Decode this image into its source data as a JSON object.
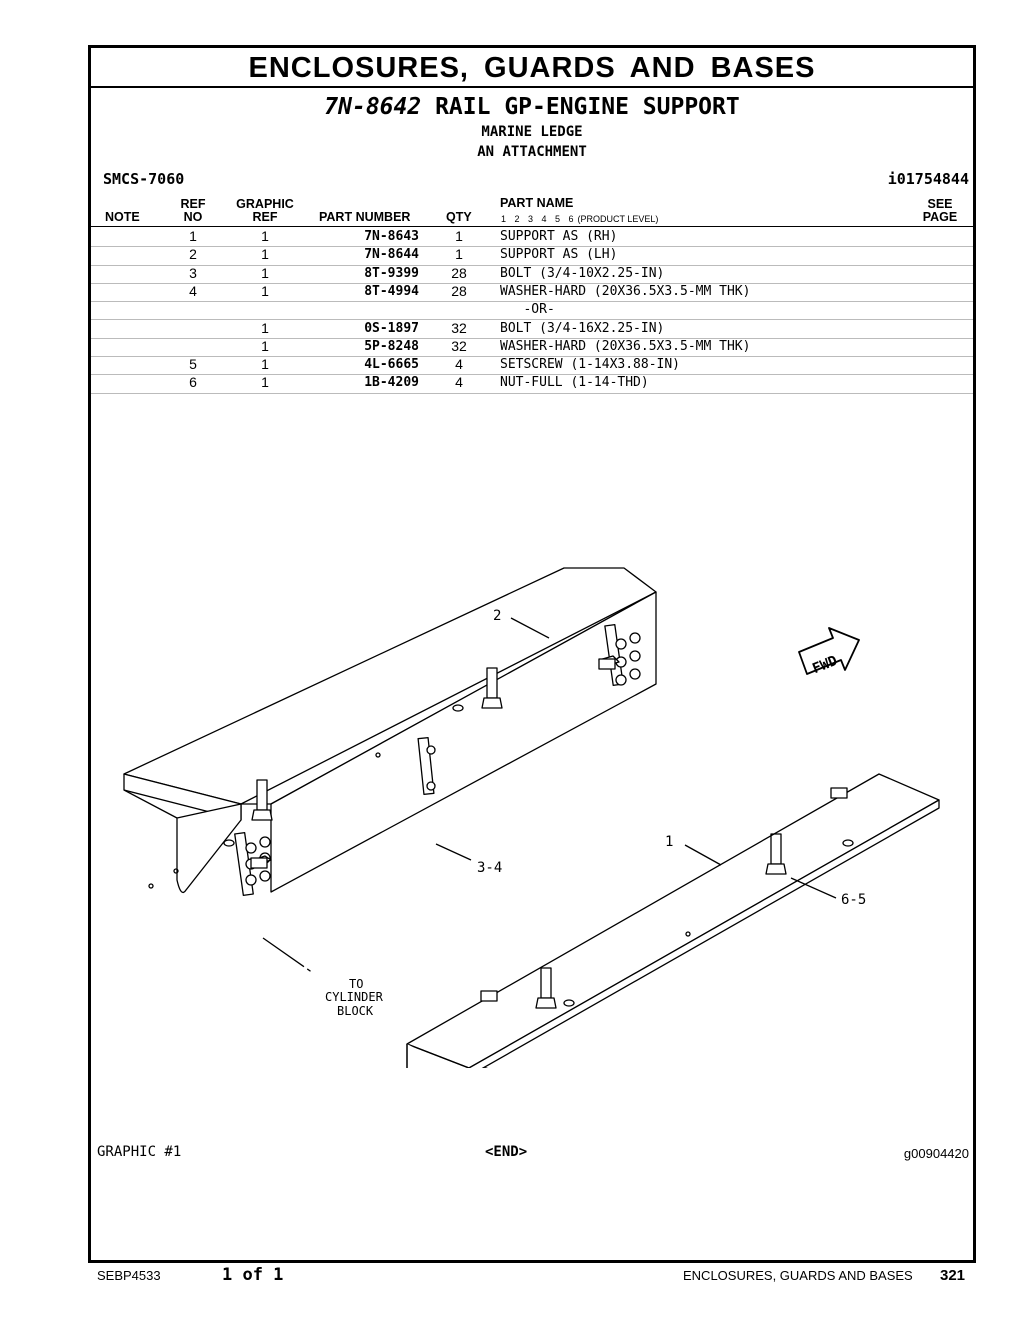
{
  "section_title": "ENCLOSURES, GUARDS AND BASES",
  "group": {
    "part_number": "7N-8642",
    "name": "RAIL GP-ENGINE SUPPORT",
    "subtitle1": "MARINE LEDGE",
    "subtitle2": "AN ATTACHMENT"
  },
  "smcs": "SMCS-7060",
  "doc_id": "i01754844",
  "table": {
    "headers": {
      "note": "NOTE",
      "ref": [
        "REF",
        "NO"
      ],
      "graphic": [
        "GRAPHIC",
        "REF"
      ],
      "part_number": "PART NUMBER",
      "qty": "QTY",
      "part_name": "PART NAME",
      "see": [
        "SEE",
        "PAGE"
      ],
      "product_levels": "1 2 3 4 5 6",
      "product_level_label": "(PRODUCT LEVEL)"
    },
    "rows": [
      {
        "ref": "1",
        "graphic": "1",
        "part_number": "7N-8643",
        "qty": "1",
        "name": "SUPPORT AS (RH)"
      },
      {
        "ref": "2",
        "graphic": "1",
        "part_number": "7N-8644",
        "qty": "1",
        "name": "SUPPORT AS (LH)"
      },
      {
        "ref": "3",
        "graphic": "1",
        "part_number": "8T-9399",
        "qty": "28",
        "name": "BOLT (3/4-10X2.25-IN)"
      },
      {
        "ref": "4",
        "graphic": "1",
        "part_number": "8T-4994",
        "qty": "28",
        "name": "WASHER-HARD (20X36.5X3.5-MM THK)"
      },
      {
        "ref": "",
        "graphic": "",
        "part_number": "",
        "qty": "",
        "name": "   -OR-"
      },
      {
        "ref": "",
        "graphic": "1",
        "part_number": "0S-1897",
        "qty": "32",
        "name": "BOLT (3/4-16X2.25-IN)"
      },
      {
        "ref": "",
        "graphic": "1",
        "part_number": "5P-8248",
        "qty": "32",
        "name": "WASHER-HARD (20X36.5X3.5-MM THK)"
      },
      {
        "ref": "5",
        "graphic": "1",
        "part_number": "4L-6665",
        "qty": "4",
        "name": "SETSCREW (1-14X3.88-IN)"
      },
      {
        "ref": "6",
        "graphic": "1",
        "part_number": "1B-4209",
        "qty": "4",
        "name": "NUT-FULL (1-14-THD)"
      }
    ]
  },
  "illustration": {
    "callout_2": "2",
    "callout_1": "1",
    "callout_34": "3-4",
    "callout_65": "6-5",
    "to_line1": "TO",
    "to_line2": "CYLINDER",
    "to_line3": "BLOCK",
    "fwd": "FWD"
  },
  "graphic_label": "GRAPHIC #1",
  "end_label": "<END>",
  "graphic_id": "g00904420",
  "footer": {
    "doc": "SEBP4533",
    "page_of": "1 of 1",
    "section": "ENCLOSURES, GUARDS AND BASES",
    "page_number": "321"
  }
}
